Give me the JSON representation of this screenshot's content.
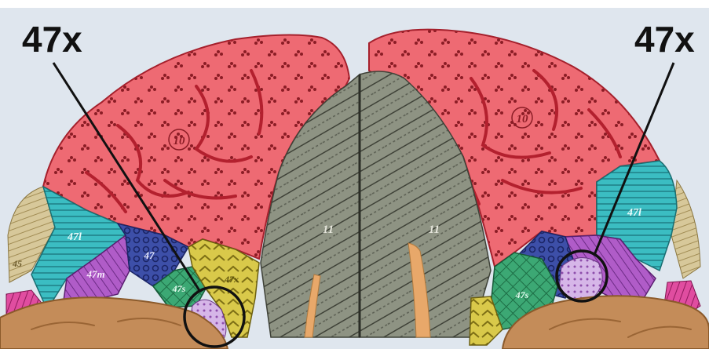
{
  "labels": {
    "left_area": "47x",
    "right_area": "47x"
  },
  "area_numbers": {
    "left_frontopolar": "10",
    "right_frontopolar": "10",
    "left_orbitofrontal": "11",
    "right_orbitofrontal": "11",
    "left_lateral_orbital_outer": "47l",
    "right_lateral_orbital_outer": "47l",
    "left_lateral_orbital_mid": "47m",
    "left_orbital_blue": "47",
    "left_orbital_green": "47s",
    "right_orbital_green": "47s",
    "left_45": "45",
    "left_medial_yellow": "47x"
  },
  "colors": {
    "frontopolar_red": "#e8555e",
    "orbital_gray": "#8e9383",
    "lateral_cyan": "#3bbdc2",
    "blue_47": "#3d4fa8",
    "green_47": "#3ca874",
    "purple_47": "#b05cc8",
    "yellow_47x": "#d9c94a",
    "temporal_tan": "#c48c59",
    "background": "#dfe6ee"
  }
}
